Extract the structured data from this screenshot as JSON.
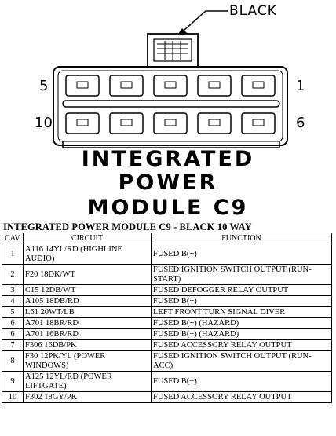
{
  "callout": {
    "label": "BLACK"
  },
  "connector": {
    "pin_labels": {
      "top_left": "5",
      "top_right": "1",
      "bottom_left": "10",
      "bottom_right": "6"
    }
  },
  "module_title": [
    "INTEGRATED",
    "POWER",
    "MODULE C9"
  ],
  "table": {
    "title": "INTEGRATED POWER MODULE C9 - BLACK 10 WAY",
    "headers": [
      "CAV",
      "CIRCUIT",
      "FUNCTION"
    ],
    "rows": [
      {
        "cav": "1",
        "circuit": "A116 14YL/RD (HIGHLINE AUDIO)",
        "function": "FUSED B(+)"
      },
      {
        "cav": "2",
        "circuit": "F20 18DK/WT",
        "function": "FUSED IGNITION SWITCH OUTPUT (RUN-START)"
      },
      {
        "cav": "3",
        "circuit": "C15 12DB/WT",
        "function": "FUSED DEFOGGER RELAY OUTPUT"
      },
      {
        "cav": "4",
        "circuit": "A105 18DB/RD",
        "function": "FUSED B(+)"
      },
      {
        "cav": "5",
        "circuit": "L61 20WT/LB",
        "function": "LEFT FRONT TURN SIGNAL DIVER"
      },
      {
        "cav": "6",
        "circuit": "A701 18BR/RD",
        "function": "FUSED B(+) (HAZARD)"
      },
      {
        "cav": "6",
        "circuit": "A701 16BR/RD",
        "function": "FUSED B(+) (HAZARD)"
      },
      {
        "cav": "7",
        "circuit": "F306 16DB/PK",
        "function": "FUSED ACCESSORY RELAY OUTPUT"
      },
      {
        "cav": "8",
        "circuit": "F30 12PK/YL (POWER WINDOWS)",
        "function": "FUSED IGNITION SWITCH OUTPUT (RUN-ACC)"
      },
      {
        "cav": "9",
        "circuit": "A125 12YL/RD (POWER LIFTGATE)",
        "function": "FUSED B(+)"
      },
      {
        "cav": "10",
        "circuit": "F302 18GY/PK",
        "function": "FUSED ACCESSORY RELAY OUTPUT"
      }
    ]
  }
}
